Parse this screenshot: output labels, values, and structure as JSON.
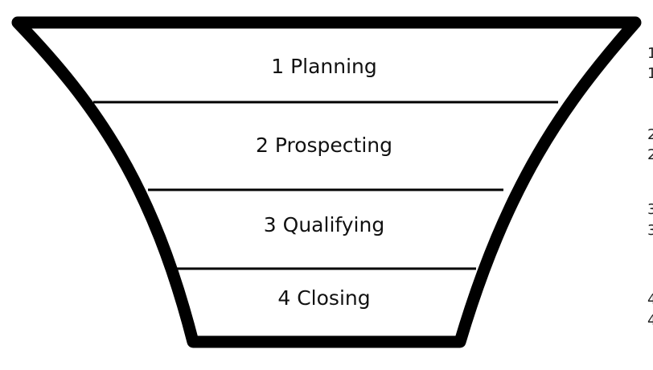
{
  "diagram": {
    "type": "funnel",
    "stages": [
      {
        "label": "1 Planning"
      },
      {
        "label": "2 Prospecting"
      },
      {
        "label": "3 Qualifying"
      },
      {
        "label": "4 Closing"
      }
    ],
    "cropped_side_text": [
      "1",
      "1",
      "2",
      "2",
      "3",
      "3",
      "4",
      "4"
    ]
  }
}
